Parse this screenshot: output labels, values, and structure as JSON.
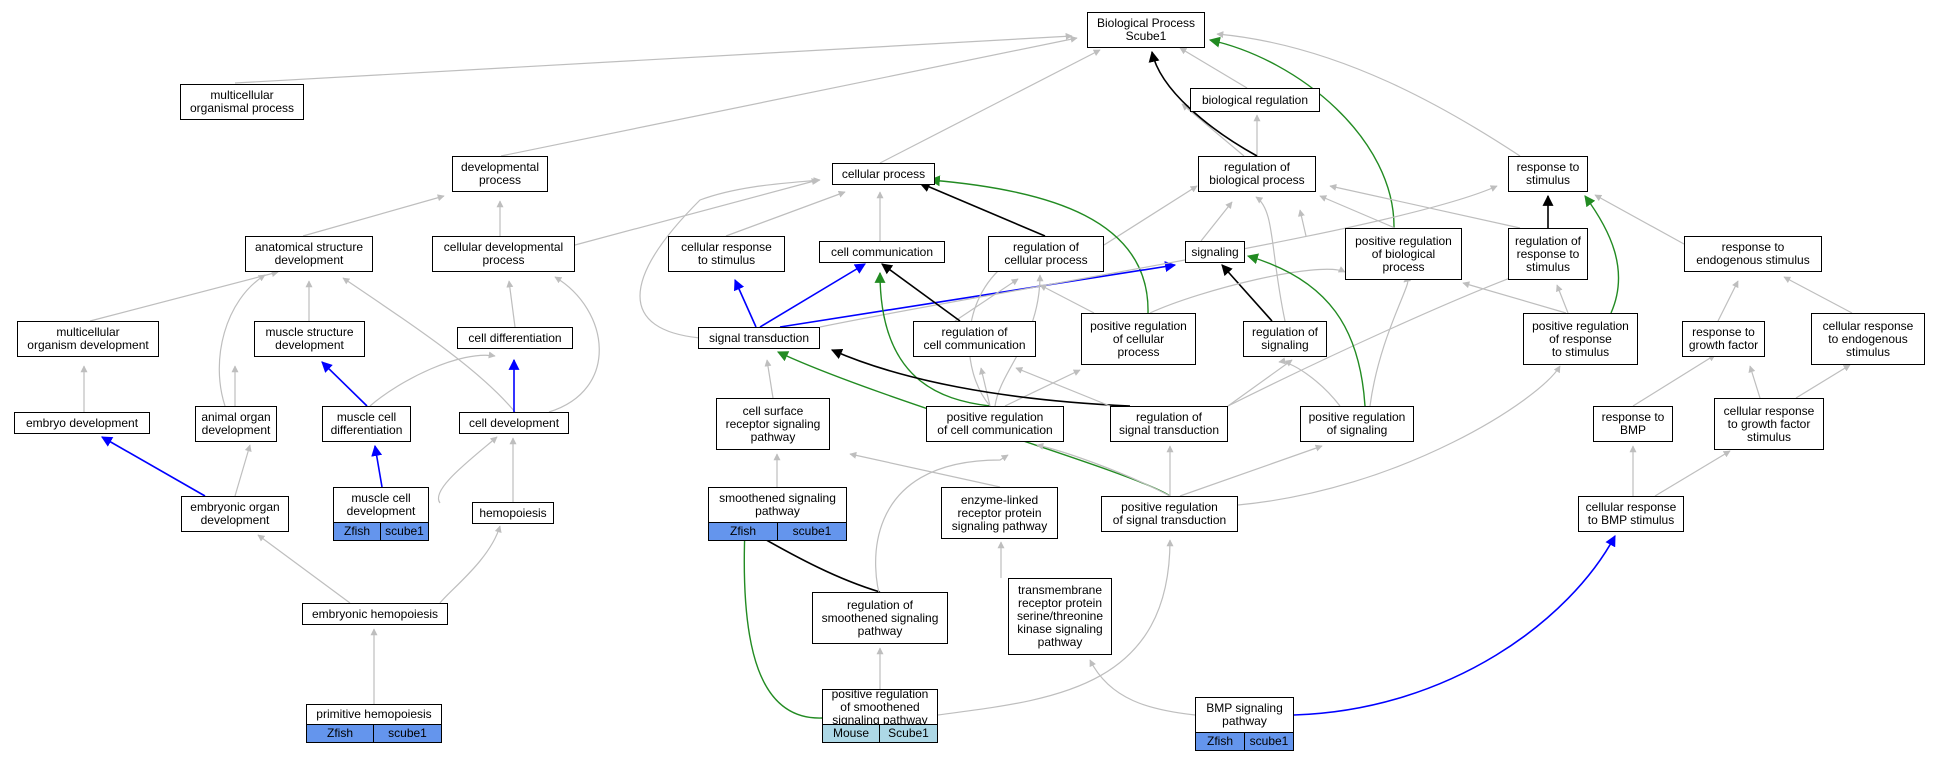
{
  "colors": {
    "is_a": "#bebebe",
    "regulates": "#000000",
    "part_of": "#0000ff",
    "positively_regulates": "#228b22",
    "zfish_annotation": "#6495ed",
    "mouse_annotation": "#add8e6"
  },
  "nodes": {
    "bp": "Biological Process\nScube1",
    "mop": "multicellular\norganismal process",
    "bioreg": "biological regulation",
    "devproc": "developmental\nprocess",
    "cellproc": "cellular process",
    "regbp": "regulation of\nbiological process",
    "resp": "response to\nstimulus",
    "asd": "anatomical structure\ndevelopment",
    "cdp": "cellular developmental\nprocess",
    "crs": "cellular response\nto stimulus",
    "cellcomm": "cell communication",
    "regcp": "regulation of\ncellular process",
    "signaling": "signaling",
    "posregbp": "positive regulation\nof biological\nprocess",
    "regrs": "regulation of\nresponse to\nstimulus",
    "rtes": "response to\nendogenous stimulus",
    "mod": "multicellular\norganism development",
    "msd": "muscle structure\ndevelopment",
    "celldiff": "cell differentiation",
    "sigtrans": "signal transduction",
    "regcc": "regulation of\ncell communication",
    "posregcp": "positive regulation\nof cellular\nprocess",
    "regsig": "regulation of\nsignaling",
    "posregrs": "positive regulation\nof response\nto stimulus",
    "rtgf": "response to\ngrowth factor",
    "crtes": "cellular response\nto endogenous\nstimulus",
    "embdev": "embryo development",
    "aod": "animal organ\ndevelopment",
    "mcdiff": "muscle cell\ndifferentiation",
    "celldev": "cell development",
    "csrsp": "cell surface\nreceptor signaling\npathway",
    "posregcc": "positive regulation\nof cell communication",
    "regst": "regulation of\nsignal transduction",
    "posregsig": "positive regulation\nof signaling",
    "rtbmp": "response to\nBMP",
    "crtgf": "cellular response\nto growth factor\nstimulus",
    "eod": "embryonic organ\ndevelopment",
    "mcdev": "muscle cell\ndevelopment",
    "hemo": "hemopoiesis",
    "shh": "smoothened signaling\npathway",
    "erps": "enzyme-linked\nreceptor protein\nsignaling pathway",
    "posregst": "positive regulation\nof signal transduction",
    "crtbmp": "cellular response\nto BMP stimulus",
    "ehemo": "embryonic hemopoiesis",
    "regshh": "regulation of\nsmoothened signaling\npathway",
    "tmrp": "transmembrane\nreceptor protein\nserine/threonine\nkinase signaling\npathway",
    "phemo": "primitive hemopoiesis",
    "posregshh": "positive regulation\nof smoothened\nsignaling pathway",
    "bmp": "BMP signaling\npathway"
  },
  "annotations": {
    "mcdev": [
      "Zfish",
      "scube1"
    ],
    "shh": [
      "Zfish",
      "scube1"
    ],
    "phemo": [
      "Zfish",
      "scube1"
    ],
    "posregshh": [
      "Mouse",
      "Scube1"
    ],
    "bmp": [
      "Zfish",
      "scube1"
    ]
  }
}
